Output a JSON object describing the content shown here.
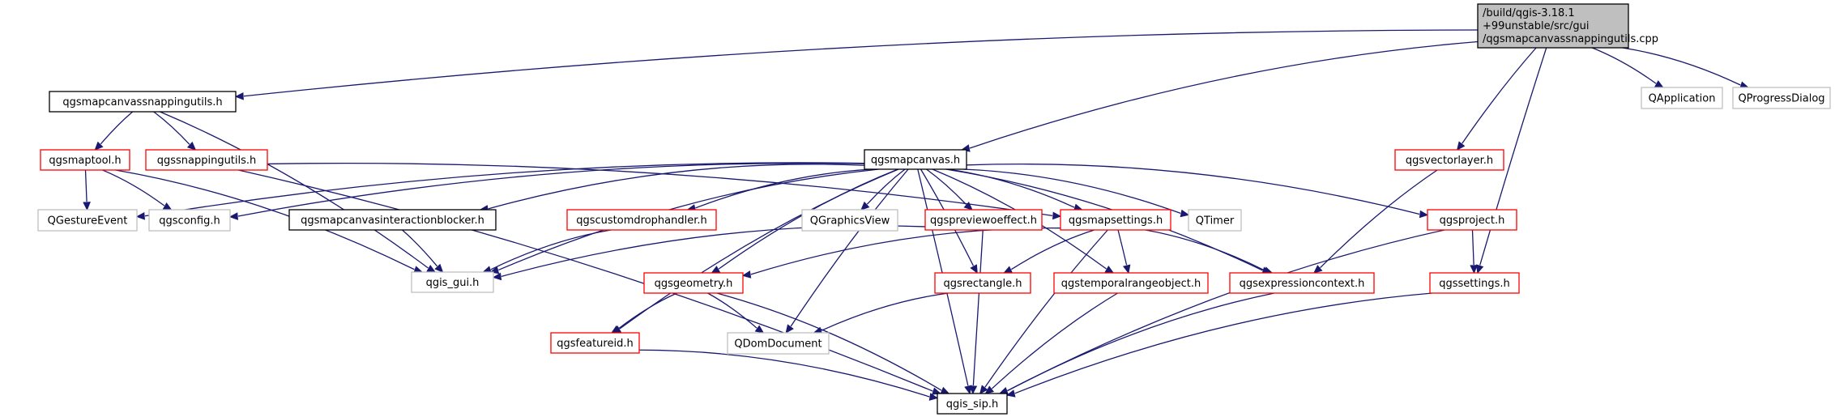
{
  "graph": {
    "root": {
      "lines": [
        "/build/qgis-3.18.1",
        "+99unstable/src/gui",
        "/qgsmapcanvassnappingutils.cpp"
      ]
    },
    "colors": {
      "edge": "#191970",
      "root_fill": "#bfbfbf",
      "documented_border": "#000000",
      "partial_border": "#ff0000",
      "external_border": "#bfbfbf"
    },
    "nodes": [
      {
        "id": "qgsmapcanvassnappingutils_h",
        "label": "qgsmapcanvassnappingutils.h",
        "kind": "documented"
      },
      {
        "id": "qapplication",
        "label": "QApplication",
        "kind": "external"
      },
      {
        "id": "qprogressdialog",
        "label": "QProgressDialog",
        "kind": "external"
      },
      {
        "id": "qgsmapcanvas_h",
        "label": "qgsmapcanvas.h",
        "kind": "documented"
      },
      {
        "id": "qgsvectorlayer_h",
        "label": "qgsvectorlayer.h",
        "kind": "partial"
      },
      {
        "id": "qgsmaptool_h",
        "label": "qgsmaptool.h",
        "kind": "partial"
      },
      {
        "id": "qgssnappingutils_h",
        "label": "qgssnappingutils.h",
        "kind": "partial"
      },
      {
        "id": "qgestureevent",
        "label": "QGestureEvent",
        "kind": "external"
      },
      {
        "id": "qgsconfig_h",
        "label": "qgsconfig.h",
        "kind": "external"
      },
      {
        "id": "qgsmapcanvasinteractionblocker_h",
        "label": "qgsmapcanvasinteractionblocker.h",
        "kind": "documented"
      },
      {
        "id": "qgscustomdrophandler_h",
        "label": "qgscustomdrophandler.h",
        "kind": "partial"
      },
      {
        "id": "qgraphicsview",
        "label": "QGraphicsView",
        "kind": "external"
      },
      {
        "id": "qgspreviewoeffect_h",
        "label": "qgspreviewoeffect.h",
        "kind": "partial"
      },
      {
        "id": "qgsmapsettings_h",
        "label": "qgsmapsettings.h",
        "kind": "partial"
      },
      {
        "id": "qtimer",
        "label": "QTimer",
        "kind": "external"
      },
      {
        "id": "qgsproject_h",
        "label": "qgsproject.h",
        "kind": "partial"
      },
      {
        "id": "qgis_gui_h",
        "label": "qgis_gui.h",
        "kind": "external"
      },
      {
        "id": "qgsgeometry_h",
        "label": "qgsgeometry.h",
        "kind": "partial"
      },
      {
        "id": "qgsrectangle_h",
        "label": "qgsrectangle.h",
        "kind": "partial"
      },
      {
        "id": "qgstemporalrangeobject_h",
        "label": "qgstemporalrangeobject.h",
        "kind": "partial"
      },
      {
        "id": "qgsexpressioncontext_h",
        "label": "qgsexpressioncontext.h",
        "kind": "partial"
      },
      {
        "id": "qgssettings_h",
        "label": "qgssettings.h",
        "kind": "partial"
      },
      {
        "id": "qgsfeatureid_h",
        "label": "qgsfeatureid.h",
        "kind": "partial"
      },
      {
        "id": "qdomdocument",
        "label": "QDomDocument",
        "kind": "external"
      },
      {
        "id": "qgis_sip_h",
        "label": "qgis_sip.h",
        "kind": "documented"
      }
    ],
    "edges": [
      [
        "root",
        "qgsmapcanvassnappingutils_h"
      ],
      [
        "root",
        "qgsmapcanvas_h"
      ],
      [
        "root",
        "qgsvectorlayer_h"
      ],
      [
        "root",
        "qgssettings_h"
      ],
      [
        "root",
        "qapplication"
      ],
      [
        "root",
        "qprogressdialog"
      ],
      [
        "qgsmapcanvassnappingutils_h",
        "qgsmaptool_h"
      ],
      [
        "qgsmapcanvassnappingutils_h",
        "qgssnappingutils_h"
      ],
      [
        "qgsmapcanvassnappingutils_h",
        "qgis_gui_h"
      ],
      [
        "qgsmaptool_h",
        "qgestureevent"
      ],
      [
        "qgsmaptool_h",
        "qgsconfig_h"
      ],
      [
        "qgsmaptool_h",
        "qgis_gui_h"
      ],
      [
        "qgssnappingutils_h",
        "qgsmapsettings_h"
      ],
      [
        "qgssnappingutils_h",
        "qgis_sip_h"
      ],
      [
        "qgsmapcanvas_h",
        "qgestureevent"
      ],
      [
        "qgsmapcanvas_h",
        "qgsconfig_h"
      ],
      [
        "qgsmapcanvas_h",
        "qgsmapcanvasinteractionblocker_h"
      ],
      [
        "qgsmapcanvas_h",
        "qgscustomdrophandler_h"
      ],
      [
        "qgsmapcanvas_h",
        "qgraphicsview"
      ],
      [
        "qgsmapcanvas_h",
        "qgspreviewoeffect_h"
      ],
      [
        "qgsmapcanvas_h",
        "qgsmapsettings_h"
      ],
      [
        "qgsmapcanvas_h",
        "qtimer"
      ],
      [
        "qgsmapcanvas_h",
        "qgsproject_h"
      ],
      [
        "qgsmapcanvas_h",
        "qgis_gui_h"
      ],
      [
        "qgsmapcanvas_h",
        "qgsgeometry_h"
      ],
      [
        "qgsmapcanvas_h",
        "qgsrectangle_h"
      ],
      [
        "qgsmapcanvas_h",
        "qgstemporalrangeobject_h"
      ],
      [
        "qgsmapcanvas_h",
        "qgsexpressioncontext_h"
      ],
      [
        "qgsmapcanvas_h",
        "qgsfeatureid_h"
      ],
      [
        "qgsmapcanvas_h",
        "qdomdocument"
      ],
      [
        "qgsmapcanvas_h",
        "qgis_sip_h"
      ],
      [
        "qgsvectorlayer_h",
        "qgsexpressioncontext_h"
      ],
      [
        "qgsmapcanvasinteractionblocker_h",
        "qgis_gui_h"
      ],
      [
        "qgscustomdrophandler_h",
        "qgis_gui_h"
      ],
      [
        "qgspreviewoeffect_h",
        "qgis_gui_h"
      ],
      [
        "qgspreviewoeffect_h",
        "qgis_sip_h"
      ],
      [
        "qgsmapsettings_h",
        "qgsgeometry_h"
      ],
      [
        "qgsmapsettings_h",
        "qgsrectangle_h"
      ],
      [
        "qgsmapsettings_h",
        "qgstemporalrangeobject_h"
      ],
      [
        "qgsmapsettings_h",
        "qgsexpressioncontext_h"
      ],
      [
        "qgsmapsettings_h",
        "qgis_sip_h"
      ],
      [
        "qgsproject_h",
        "qgssettings_h"
      ],
      [
        "qgsproject_h",
        "qgis_sip_h"
      ],
      [
        "qgsgeometry_h",
        "qgsfeatureid_h"
      ],
      [
        "qgsgeometry_h",
        "qdomdocument"
      ],
      [
        "qgsgeometry_h",
        "qgis_sip_h"
      ],
      [
        "qgsrectangle_h",
        "qdomdocument"
      ],
      [
        "qgstemporalrangeobject_h",
        "qgis_sip_h"
      ],
      [
        "qgsexpressioncontext_h",
        "qgis_sip_h"
      ],
      [
        "qgssettings_h",
        "qgis_sip_h"
      ],
      [
        "qgsfeatureid_h",
        "qgis_sip_h"
      ]
    ]
  }
}
